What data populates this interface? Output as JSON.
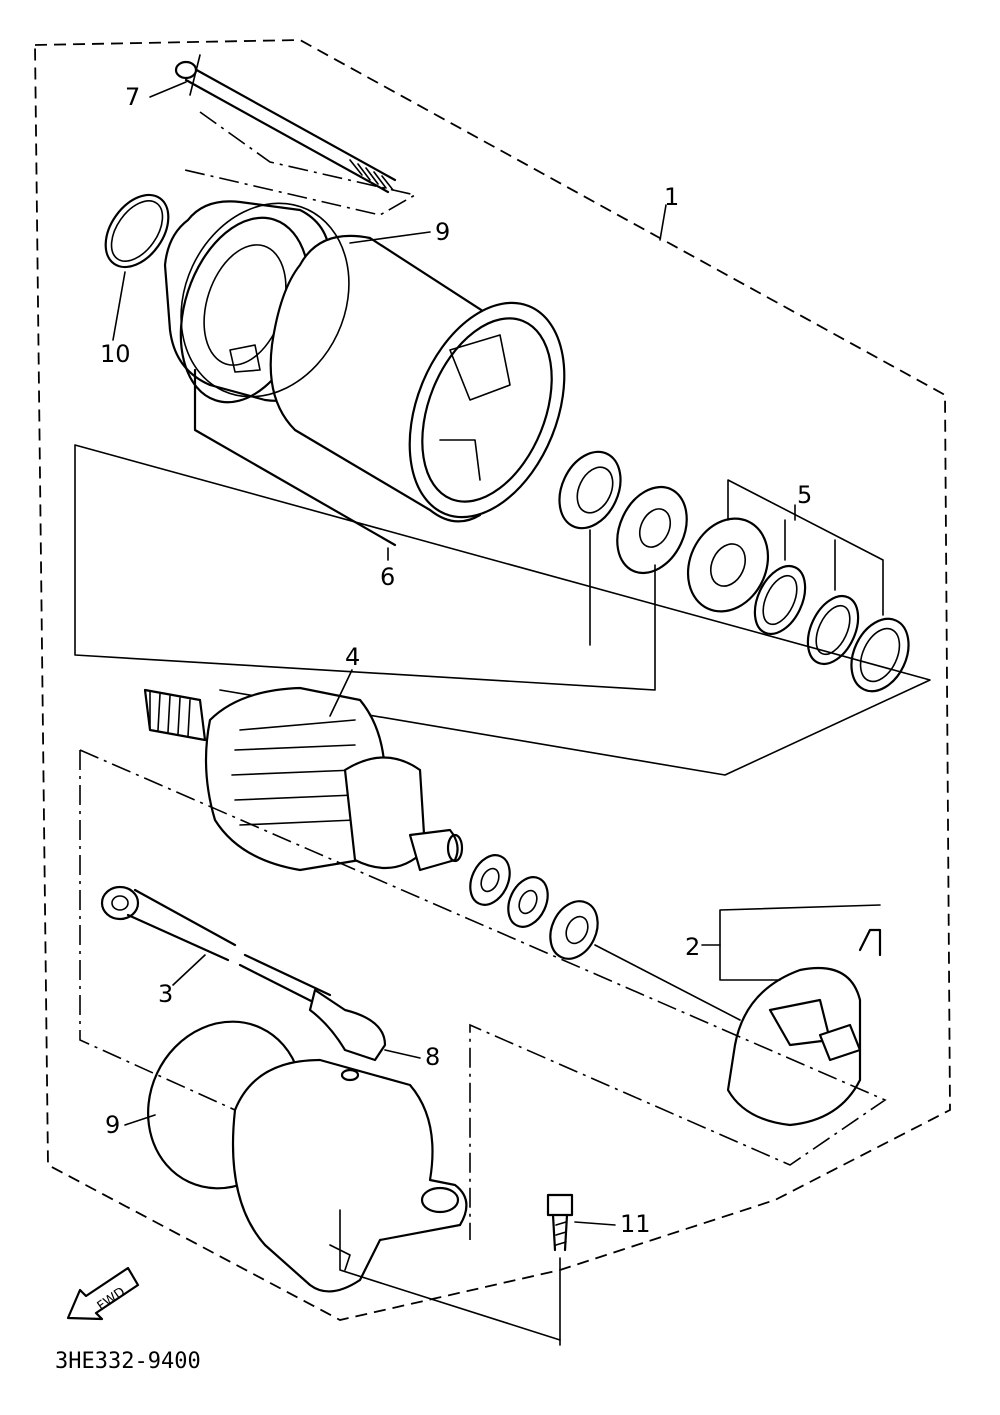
{
  "diagram": {
    "part_code": "3HE332-9400",
    "direction_arrow_label": "FWD",
    "callouts": [
      {
        "id": "1",
        "label": "1"
      },
      {
        "id": "2",
        "label": "2"
      },
      {
        "id": "3",
        "label": "3"
      },
      {
        "id": "4",
        "label": "4"
      },
      {
        "id": "5",
        "label": "5"
      },
      {
        "id": "6",
        "label": "6"
      },
      {
        "id": "7",
        "label": "7"
      },
      {
        "id": "8",
        "label": "8"
      },
      {
        "id": "9a",
        "label": "9"
      },
      {
        "id": "9b",
        "label": "9"
      },
      {
        "id": "10",
        "label": "10"
      },
      {
        "id": "11",
        "label": "11"
      }
    ]
  }
}
